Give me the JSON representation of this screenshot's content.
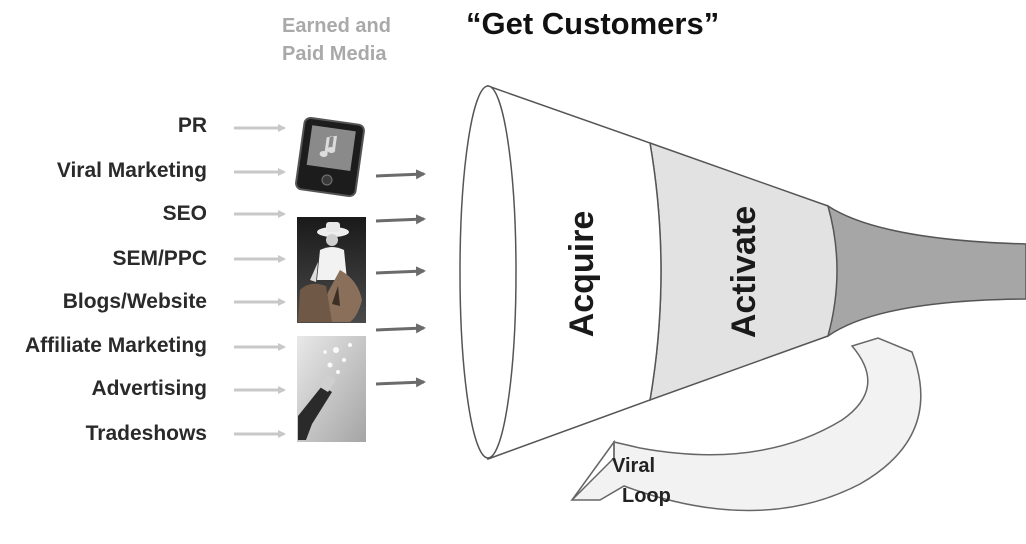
{
  "title": "“Get Customers”",
  "media_heading": {
    "line1": "Earned and",
    "line2": "Paid Media"
  },
  "channels": [
    "PR",
    "Viral Marketing",
    "SEO",
    "SEM/PPC",
    "Blogs/Website",
    "Affiliate Marketing",
    "Advertising",
    "Tradeshows"
  ],
  "media_images": [
    "music-player-image",
    "cowboy-on-horse-image",
    "champagne-bottle-image"
  ],
  "funnel": {
    "stages": [
      "Acquire",
      "Activate"
    ]
  },
  "viral_loop": {
    "line1": "Viral",
    "line2": "Loop"
  },
  "colors": {
    "light_arrow": "#c8c8c8",
    "dark_arrow": "#6b6b6b",
    "funnel_acquire": "#ffffff",
    "funnel_activate": "#e2e2e2",
    "funnel_spout": "#a6a6a6",
    "loop_fill": "#f2f2f2"
  }
}
